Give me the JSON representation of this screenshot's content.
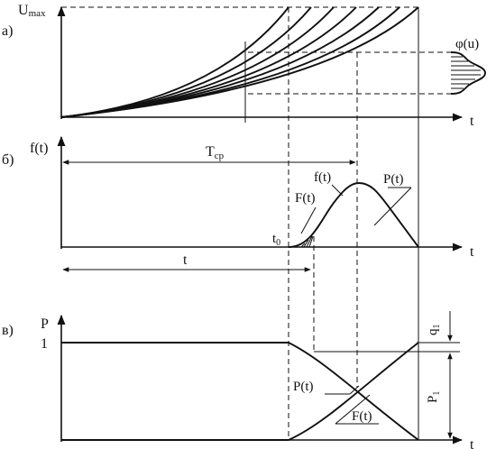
{
  "panel_a": {
    "marker": "а)",
    "y_label": "U",
    "y_label_sub": "max",
    "x_label": "t",
    "density_label": "φ(u)"
  },
  "panel_b": {
    "marker": "б)",
    "y_label": "f(t)",
    "x_label": "t",
    "tcp_label": "T",
    "tcp_sub": "ср",
    "f_label": "f(t)",
    "big_f_label": "F(t)",
    "p_label": "P(t)",
    "t0_label": "t",
    "t0_sub": "0",
    "t_span_label": "t"
  },
  "panel_c": {
    "marker": "в)",
    "y_label": "P",
    "one_label": "1",
    "x_label": "t",
    "p_label": "P(t)",
    "f_label": "F(t)",
    "q_label": "q",
    "q_sub": "1",
    "p1_label": "P",
    "p1_sub": "1"
  }
}
